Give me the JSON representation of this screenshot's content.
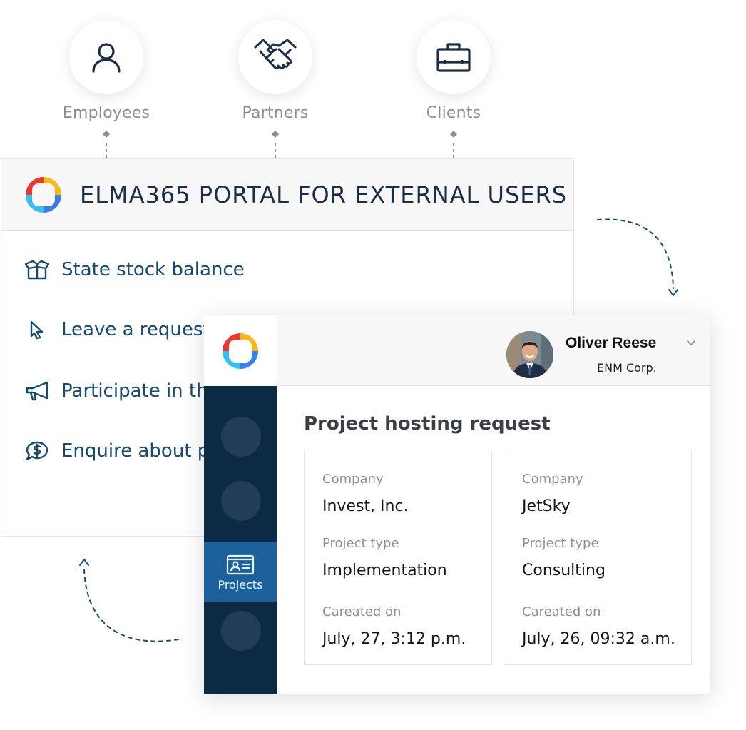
{
  "audiences": [
    {
      "label": "Employees",
      "icon": "person-icon"
    },
    {
      "label": "Partners",
      "icon": "handshake-icon"
    },
    {
      "label": "Clients",
      "icon": "briefcase-icon"
    }
  ],
  "portal": {
    "title": "ELMA365 PORTAL FOR EXTERNAL USERS",
    "items": [
      {
        "label": "State stock balance",
        "icon": "box-icon"
      },
      {
        "label": "Leave a request",
        "icon": "cursor-icon"
      },
      {
        "label": "Participate in the",
        "icon": "megaphone-icon"
      },
      {
        "label": "Enquire about pr",
        "icon": "dollar-chat-icon"
      }
    ]
  },
  "app": {
    "user": {
      "name": "Oliver Reese",
      "company": "ENM Corp."
    },
    "sidebar": {
      "active_label": "Projects"
    },
    "content_title": "Project hosting request",
    "cards": [
      {
        "company_label": "Company",
        "company": "Invest, Inc.",
        "type_label": "Project type",
        "type": "Implementation",
        "created_label": "Careated on",
        "created": "July, 27, 3:12 p.m."
      },
      {
        "company_label": "Company",
        "company": "JetSky",
        "type_label": "Project type",
        "type": "Consulting",
        "created_label": "Careated on",
        "created": "July, 26, 09:32 a.m."
      }
    ]
  },
  "colors": {
    "navy": "#0d2a45",
    "active": "#1c609c",
    "text_blue": "#164a6f",
    "logo_red": "#e8382f",
    "logo_yellow": "#f6b81a",
    "logo_blue": "#3b7ee6",
    "logo_cyan": "#33c0f0"
  }
}
